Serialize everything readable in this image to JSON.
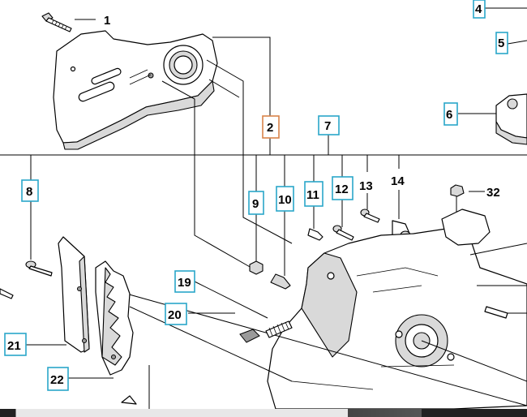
{
  "callouts": [
    {
      "id": "c1",
      "text": "1",
      "boxed": false
    },
    {
      "id": "c2",
      "text": "2",
      "boxed": true,
      "color": "#d9844a"
    },
    {
      "id": "c4",
      "text": "4",
      "boxed": true,
      "color": "#2aa7c9"
    },
    {
      "id": "c5",
      "text": "5",
      "boxed": true,
      "color": "#2aa7c9"
    },
    {
      "id": "c6",
      "text": "6",
      "boxed": true,
      "color": "#2aa7c9"
    },
    {
      "id": "c7",
      "text": "7",
      "boxed": true,
      "color": "#2aa7c9"
    },
    {
      "id": "c8",
      "text": "8",
      "boxed": true,
      "color": "#2aa7c9"
    },
    {
      "id": "c9",
      "text": "9",
      "boxed": true,
      "color": "#2aa7c9"
    },
    {
      "id": "c10",
      "text": "10",
      "boxed": true,
      "color": "#2aa7c9"
    },
    {
      "id": "c11",
      "text": "11",
      "boxed": true,
      "color": "#2aa7c9"
    },
    {
      "id": "c12",
      "text": "12",
      "boxed": true,
      "color": "#2aa7c9"
    },
    {
      "id": "c13",
      "text": "13",
      "boxed": false
    },
    {
      "id": "c14",
      "text": "14",
      "boxed": false
    },
    {
      "id": "c19",
      "text": "19",
      "boxed": true,
      "color": "#2aa7c9"
    },
    {
      "id": "c20",
      "text": "20",
      "boxed": true,
      "color": "#2aa7c9"
    },
    {
      "id": "c21",
      "text": "21",
      "boxed": true,
      "color": "#2aa7c9"
    },
    {
      "id": "c22",
      "text": "22",
      "boxed": true,
      "color": "#2aa7c9"
    },
    {
      "id": "c32",
      "text": "32",
      "boxed": false
    }
  ],
  "colors": {
    "callout_box": "#2aa7c9",
    "callout_box_highlight": "#d9844a",
    "line": "#000000",
    "background": "#ffffff"
  }
}
